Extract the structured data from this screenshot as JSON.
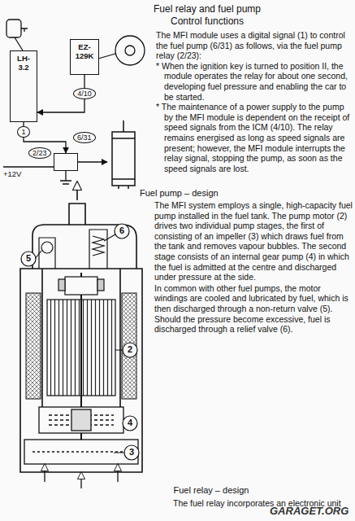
{
  "diagram": {
    "title": "Fuel relay and fuel pump",
    "nodes": [
      {
        "text": [
          "LH-3.2"
        ]
      },
      {
        "text": [
          "EZ-129K"
        ]
      },
      {
        "text": [
          "2/23"
        ]
      },
      {
        "text": [
          "6/31"
        ]
      }
    ],
    "edges": [
      {
        "from": 1,
        "to": 0,
        "arrow": "to",
        "label": "4/10"
      },
      {
        "from": 0,
        "to": 2,
        "arrow": "to",
        "label": "1"
      },
      {
        "from": 2,
        "to": 3,
        "arrow": "to"
      }
    ],
    "labels": [
      "Control functions",
      "The MFI module uses a digital signal (1) to control the fuel pump (6/31) as follows, via the fuel pump relay (2/23):",
      "* When the ignition key is turned to position II, the module operates the relay for about one second, developing fuel pressure and enabling the car to be started.",
      "* The maintenance of a power supply to the pump by the MFI module is dependent on the receipt of speed signals from the ICM (4/10). The relay remains energised as long as speed signals are present; however, the MFI module interrupts the relay signal, stopping the pump, as soon as the speed signals are lost.",
      "Fuel pump – design",
      "The MFI system employs a single, high-capacity fuel pump installed in the fuel tank. The pump motor (2) drives two individual pump stages, the first of consisting of an impeller (3) which draws fuel from the tank and removes vapour bubbles. The second stage consists of an internal gear pump (4) in which the fuel is admitted at the centre and discharged under pressure at the side.",
      "In common with other fuel pumps, the motor windings are cooled and lubricated by fuel, which is then discharged through a non-return valve (5). Should the pressure become excessive, fuel is discharged through a relief valve (6).",
      "Fuel relay – design",
      "The fuel relay incorporates an electronic unit",
      "+12V",
      "6",
      "5",
      "2",
      "4",
      "3",
      "GARAGET.ORG"
    ]
  }
}
